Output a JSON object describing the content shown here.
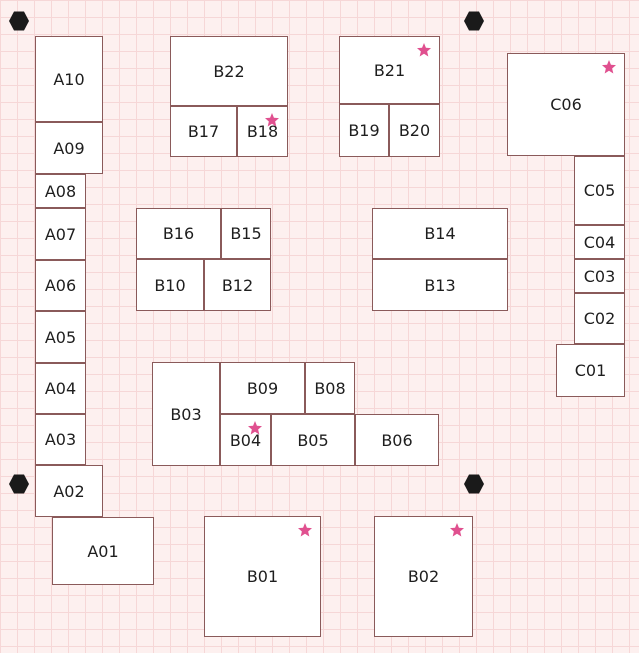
{
  "floor_plan": {
    "background_color": "#fdf0ef",
    "grid_color": "#f6d7d7",
    "booth_border_color": "#8a5a5a",
    "star_color": "#e0508f",
    "pillar_color": "#1a1a1a",
    "booths": [
      {
        "id": "A10",
        "label": "A10",
        "featured": false
      },
      {
        "id": "A09",
        "label": "A09",
        "featured": false
      },
      {
        "id": "A08",
        "label": "A08",
        "featured": false
      },
      {
        "id": "A07",
        "label": "A07",
        "featured": false
      },
      {
        "id": "A06",
        "label": "A06",
        "featured": false
      },
      {
        "id": "A05",
        "label": "A05",
        "featured": false
      },
      {
        "id": "A04",
        "label": "A04",
        "featured": false
      },
      {
        "id": "A03",
        "label": "A03",
        "featured": false
      },
      {
        "id": "A02",
        "label": "A02",
        "featured": false
      },
      {
        "id": "A01",
        "label": "A01",
        "featured": false
      },
      {
        "id": "B22",
        "label": "B22",
        "featured": false
      },
      {
        "id": "B17",
        "label": "B17",
        "featured": false
      },
      {
        "id": "B18",
        "label": "B18",
        "featured": true
      },
      {
        "id": "B21",
        "label": "B21",
        "featured": true
      },
      {
        "id": "B19",
        "label": "B19",
        "featured": false
      },
      {
        "id": "B20",
        "label": "B20",
        "featured": false
      },
      {
        "id": "B16",
        "label": "B16",
        "featured": false
      },
      {
        "id": "B15",
        "label": "B15",
        "featured": false
      },
      {
        "id": "B10",
        "label": "B10",
        "featured": false
      },
      {
        "id": "B12",
        "label": "B12",
        "featured": false
      },
      {
        "id": "B14",
        "label": "B14",
        "featured": false
      },
      {
        "id": "B13",
        "label": "B13",
        "featured": false
      },
      {
        "id": "B03",
        "label": "B03",
        "featured": false
      },
      {
        "id": "B09",
        "label": "B09",
        "featured": false
      },
      {
        "id": "B08",
        "label": "B08",
        "featured": false
      },
      {
        "id": "B04",
        "label": "B04",
        "featured": true
      },
      {
        "id": "B05",
        "label": "B05",
        "featured": false
      },
      {
        "id": "B06",
        "label": "B06",
        "featured": false
      },
      {
        "id": "B01",
        "label": "B01",
        "featured": true
      },
      {
        "id": "B02",
        "label": "B02",
        "featured": true
      },
      {
        "id": "C06",
        "label": "C06",
        "featured": true
      },
      {
        "id": "C05",
        "label": "C05",
        "featured": false
      },
      {
        "id": "C04",
        "label": "C04",
        "featured": false
      },
      {
        "id": "C03",
        "label": "C03",
        "featured": false
      },
      {
        "id": "C02",
        "label": "C02",
        "featured": false
      },
      {
        "id": "C01",
        "label": "C01",
        "featured": false
      }
    ],
    "pillar_count": 4
  }
}
